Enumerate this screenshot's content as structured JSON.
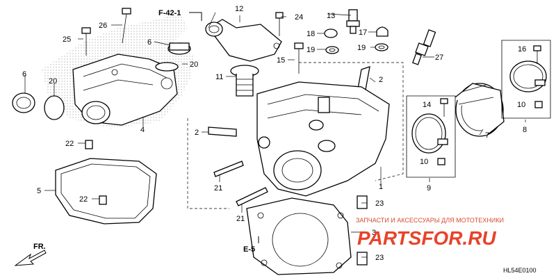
{
  "diagram": {
    "callouts": [
      "1",
      "2",
      "2",
      "3",
      "4",
      "5",
      "6",
      "6",
      "7",
      "8",
      "9",
      "10",
      "10",
      "11",
      "12",
      "13",
      "14",
      "15",
      "16",
      "17",
      "18",
      "19",
      "19",
      "20",
      "20",
      "21",
      "21",
      "22",
      "22",
      "23",
      "23",
      "24",
      "25",
      "26",
      "27"
    ],
    "ref_f42": "F-42-1",
    "ref_e5": "E-5",
    "front_label": "FR.",
    "code": "HL54E0100"
  },
  "watermark": {
    "tagline": "ЗАПЧАСТИ И АКСЕССУАРЫ ДЛЯ МОТОТЕХНИКИ",
    "logo": "PARTSFOR.RU"
  },
  "colors": {
    "ink": "#000000",
    "watermark_red": "#e8432a"
  }
}
